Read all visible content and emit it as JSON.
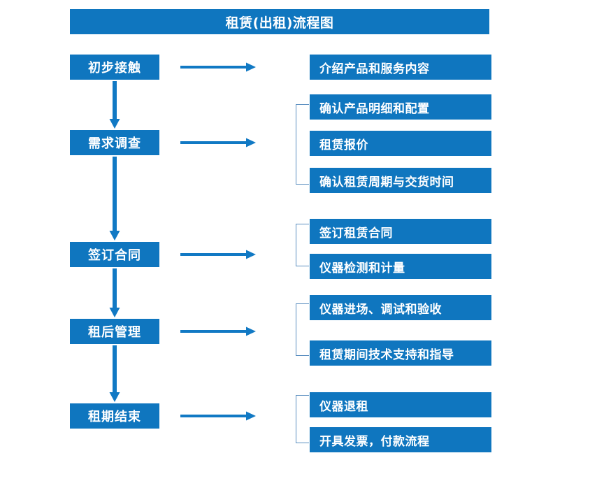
{
  "title": "租赁(出租)流程图",
  "colors": {
    "box_blue": "#0f76bf",
    "arrow_blue": "#1179c4",
    "bracket_gray_blue": "#5b8fc0",
    "text_white": "#ffffff",
    "background": "#ffffff"
  },
  "stages": [
    {
      "label": "初步接触"
    },
    {
      "label": "需求调查"
    },
    {
      "label": "签订合同"
    },
    {
      "label": "租后管理"
    },
    {
      "label": "租期结束"
    }
  ],
  "groups": [
    {
      "stage": "初步接触",
      "bracketed": false,
      "items": [
        {
          "label": "介绍产品和服务内容"
        }
      ]
    },
    {
      "stage": "需求调查",
      "bracketed": true,
      "items": [
        {
          "label": "确认产品明细和配置"
        },
        {
          "label": "租赁报价"
        },
        {
          "label": "确认租赁周期与交货时间"
        }
      ]
    },
    {
      "stage": "签订合同",
      "bracketed": true,
      "items": [
        {
          "label": "签订租赁合同"
        },
        {
          "label": "仪器检测和计量"
        }
      ]
    },
    {
      "stage": "租后管理",
      "bracketed": true,
      "items": [
        {
          "label": "仪器进场、调试和验收"
        },
        {
          "label": "租赁期间技术支持和指导"
        }
      ]
    },
    {
      "stage": "租期结束",
      "bracketed": true,
      "items": [
        {
          "label": "仪器退租"
        },
        {
          "label": "开具发票，付款流程"
        }
      ]
    }
  ],
  "flow": {
    "horizontal_arrow_count": 5,
    "vertical_arrow_count": 4,
    "direction": "top-to-bottom, left-to-right"
  }
}
